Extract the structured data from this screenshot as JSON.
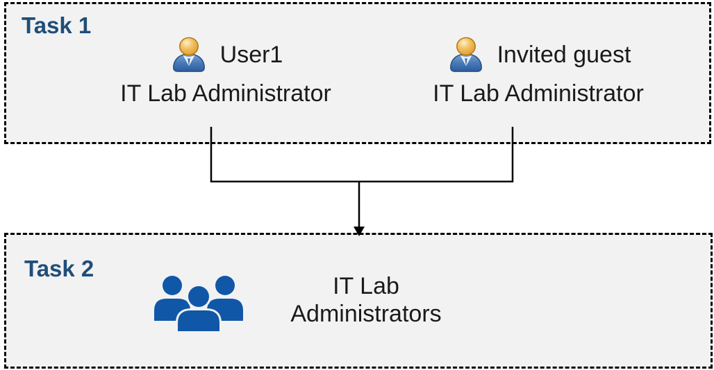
{
  "colors": {
    "background": "#FFFFFF",
    "box_fill": "#F2F2F2",
    "box_border": "#000000",
    "task_title": "#1F4E79",
    "label_text": "#1A1A1A",
    "connector": "#000000",
    "group_icon_blue": "#1057A8",
    "person_head_orange": "#E8A83C",
    "person_body_blue": "#3E6FAD"
  },
  "icons": {
    "user": "person-icon",
    "group": "people-group-icon"
  },
  "task1": {
    "title": "Task 1",
    "users": [
      {
        "name": "User1",
        "role": "IT Lab Administrator"
      },
      {
        "name": "Invited guest",
        "role": "IT Lab Administrator"
      }
    ]
  },
  "task2": {
    "title": "Task 2",
    "label": "IT Lab Administrators"
  }
}
